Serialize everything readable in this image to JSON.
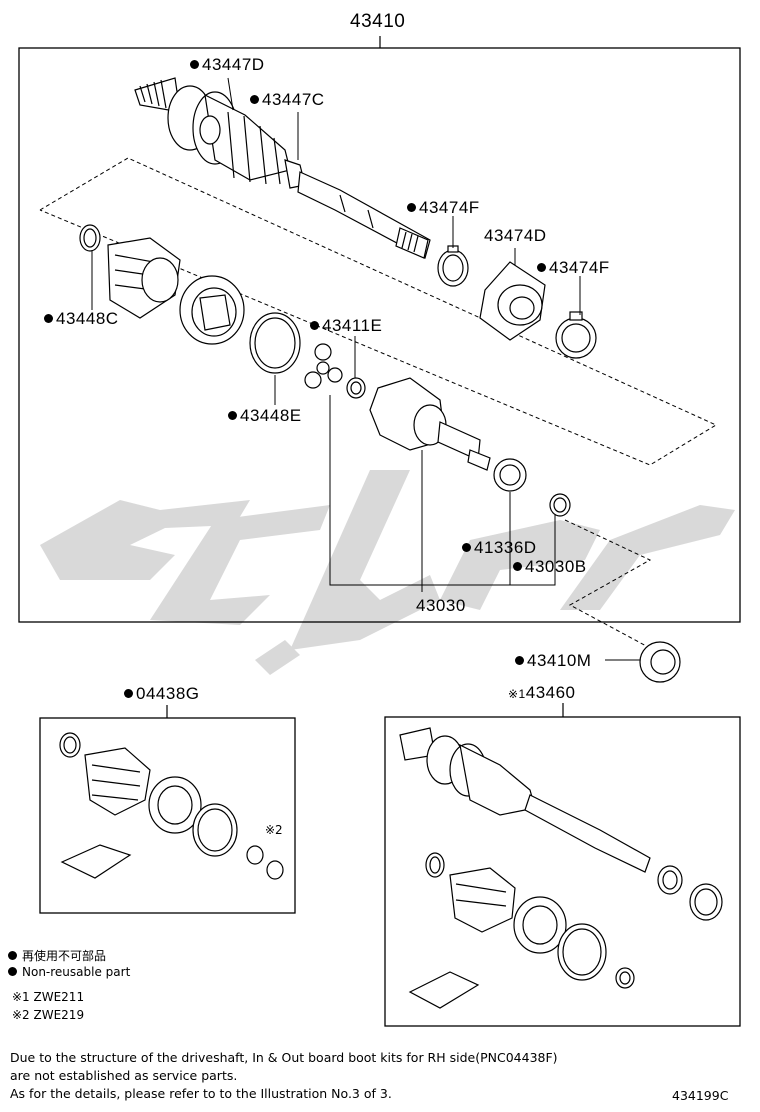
{
  "labels": {
    "assembly": "43410",
    "outer_joint": "43447D",
    "outer_clamp": "43447C",
    "clamp_f_upper": "43474F",
    "damper": "43474D",
    "clamp_f_right": "43474F",
    "boot_clamp_c": "43448C",
    "spider": "43411E",
    "boot_clamp_e": "43448E",
    "seal": "41336D",
    "snap_ring": "43030B",
    "inboard_joint": "43030",
    "bearing": "43410M",
    "boot_kit": "04438G",
    "rh_shaft_prefix": "※1",
    "rh_shaft": "43460",
    "kit_note_mark": "※2"
  },
  "legend": {
    "jp": "再使用不可部品",
    "en": "Non-reusable part",
    "note1": "※1 ZWE211",
    "note2": "※2 ZWE219"
  },
  "footer": {
    "line1": "Due to the structure of the driveshaft, In & Out board  boot kits for RH side(PNC04438F)",
    "line2": "are not established as service parts.",
    "line3": "As for the details, please refer to to the Illustration No.3 of 3.",
    "code": "434199C"
  },
  "watermark_color": "#d8d8d8"
}
